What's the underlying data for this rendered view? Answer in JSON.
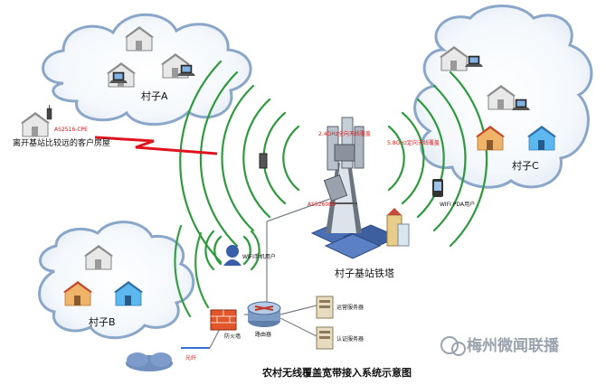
{
  "labels": {
    "village_a": "村子A",
    "village_b": "村子B",
    "village_c": "村子C",
    "far_house": "离开基站比较远的客户房屋",
    "tower": "村子基站铁塔",
    "caption": "农村无线覆盖宽带接入系统示意图",
    "router": "路由器",
    "firewall": "防火墙",
    "fiber": "光纤",
    "server1": "运营服务器",
    "server2": "认证服务器",
    "wifi_phone": "WIFI手机用户",
    "wifi_pda": "WIFI PDA用户",
    "cpe": "AS2516-CPE",
    "tower_note1": "2.4GHz全向天线覆盖",
    "tower_note2": "5.8GHz定向天线覆盖",
    "tower_ap": "AS5260BS"
  },
  "watermark": "梅州微闻联播",
  "colors": {
    "cloud_edge": "#8aa6c8",
    "wave": "#2e9a3c",
    "link_red": "#e0141e",
    "line_gray": "#7b8289",
    "tower_blue": "#4a6fb5"
  }
}
